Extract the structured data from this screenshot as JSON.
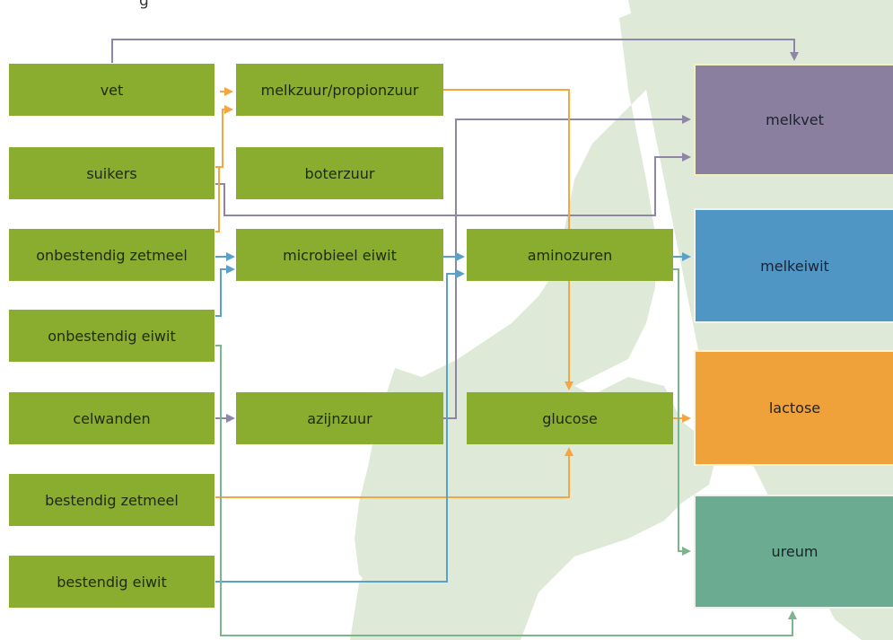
{
  "top_cut_text": "g",
  "sources": {
    "vet": "vet",
    "suikers": "suikers",
    "onbestendig_zetmeel": "onbestendig zetmeel",
    "onbestendig_eiwit": "onbestendig eiwit",
    "celwanden": "celwanden",
    "bestendig_zetmeel": "bestendig zetmeel",
    "bestendig_eiwit": "bestendig eiwit"
  },
  "intermediates": {
    "melkzuur": "melkzuur/propionzuur",
    "boterzuur": "boterzuur",
    "microbieel": "microbieel eiwit",
    "azijnzuur": "azijnzuur",
    "aminozuren": "aminozuren",
    "glucose": "glucose"
  },
  "outputs": {
    "melkvet": "melkvet",
    "melkeiwit": "melkeiwit",
    "lactose": "lactose",
    "ureum": "ureum"
  },
  "colors": {
    "green_box": "#8aac2f",
    "melkvet": "#8a7f9e",
    "melkeiwit": "#5096c4",
    "lactose": "#f0a23a",
    "ureum": "#6bab91",
    "background_shape": "#dfe9d8",
    "arrow_purple": "#8f86a6",
    "arrow_orange": "#f4a640",
    "arrow_blue": "#5aa0c9",
    "arrow_green": "#7cb58c"
  }
}
